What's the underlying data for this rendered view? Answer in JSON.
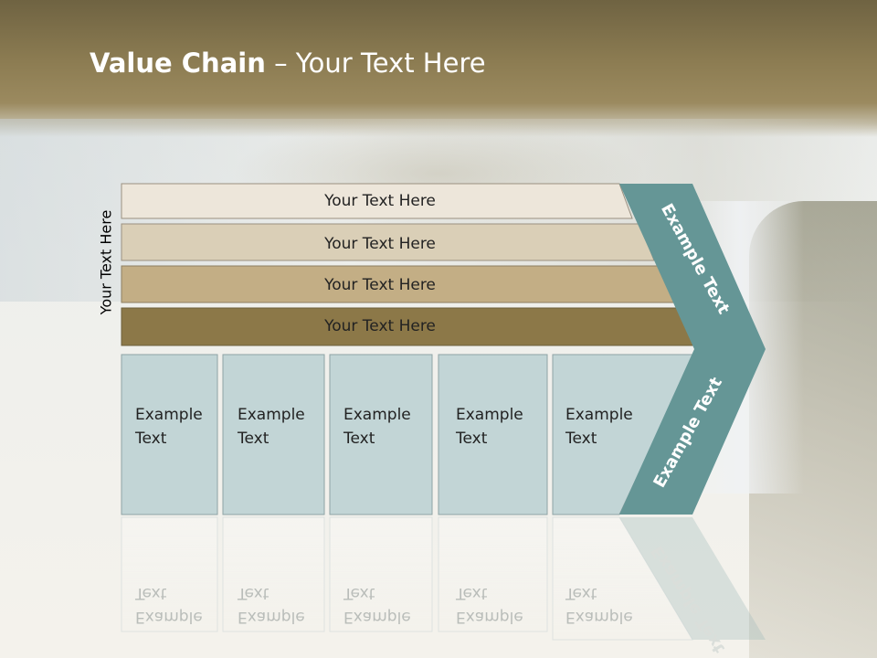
{
  "slide": {
    "title_bold": "Value Chain",
    "title_rest": " – Your Text Here",
    "side_label": "Your Text Here"
  },
  "bars": [
    {
      "label": "Your Text Here",
      "fill": "#ede6da"
    },
    {
      "label": "Your Text Here",
      "fill": "#dacfb7"
    },
    {
      "label": "Your Text Here",
      "fill": "#c3ae85"
    },
    {
      "label": "Your Text Here",
      "fill": "#8c7848"
    }
  ],
  "boxes": [
    {
      "line1": "Example",
      "line2": "Text"
    },
    {
      "line1": "Example",
      "line2": "Text"
    },
    {
      "line1": "Example",
      "line2": "Text"
    },
    {
      "line1": "Example",
      "line2": "Text"
    },
    {
      "line1": "Example",
      "line2": "Text"
    }
  ],
  "chevron": {
    "upper_label": "Example Text",
    "lower_label": "Example Text",
    "fill": "#659696"
  },
  "colors": {
    "box_fill": "#c2d5d6",
    "box_stroke": "#8fa3a5",
    "title_text": "#ffffff"
  }
}
